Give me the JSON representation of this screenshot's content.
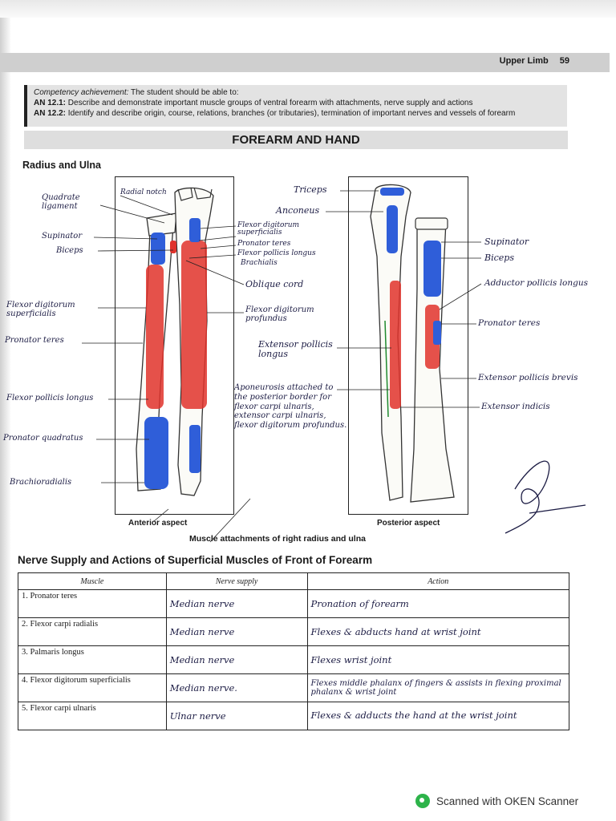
{
  "header": {
    "section": "Upper Limb",
    "page": "59"
  },
  "competency": {
    "intro": "Competency achievement:",
    "intro_rest": " The student should be able to:",
    "items": [
      {
        "code": "AN 12.1:",
        "text": " Describe and demonstrate important muscle groups of ventral forearm with attachments, nerve supply and actions"
      },
      {
        "code": "AN 12.2:",
        "text": " Identify and describe origin, course, relations, branches (or tributaries), termination of important nerves and vessels of forearm"
      }
    ]
  },
  "title": "FOREARM AND HAND",
  "section_title": "Radius and Ulna",
  "figure": {
    "anterior_aspect": "Anterior aspect",
    "posterior_aspect": "Posterior aspect",
    "caption": "Muscle attachments of right radius and ulna",
    "anterior_left_labels": [
      "Quadrate ligament",
      "Supinator",
      "Biceps",
      "Flexor digitorum superficialis",
      "Pronator teres",
      "Flexor pollicis longus",
      "Pronator quadratus",
      "Brachioradialis"
    ],
    "anterior_top_label": "Radial notch",
    "anterior_right_labels": [
      "Flexor digitorum superficialis",
      "Pronator teres",
      "Flexor pollicis longus",
      "Brachialis",
      "Oblique cord",
      "Flexor digitorum profundus"
    ],
    "middle_labels": [
      "Triceps",
      "Anconeus",
      "Extensor pollicis longus",
      "Aponeurosis attached to the posterior border for flexor carpi ulnaris, extensor carpi ulnaris, flexor digitorum profundus."
    ],
    "posterior_right_labels": [
      "Supinator",
      "Biceps",
      "Adductor pollicis longus",
      "Pronator teres",
      "Extensor pollicis brevis",
      "Extensor indicis"
    ]
  },
  "table": {
    "title": "Nerve Supply and Actions of Superficial Muscles of Front of Forearm",
    "headers": [
      "Muscle",
      "Nerve supply",
      "Action"
    ],
    "rows": [
      {
        "muscle": "1. Pronator teres",
        "nerve": "Median nerve",
        "action": "Pronation of forearm"
      },
      {
        "muscle": "2. Flexor carpi radialis",
        "nerve": "Median nerve",
        "action": "Flexes & abducts hand at wrist joint"
      },
      {
        "muscle": "3. Palmaris longus",
        "nerve": "Median nerve",
        "action": "Flexes wrist joint"
      },
      {
        "muscle": "4. Flexor digitorum superficialis",
        "nerve": "Median nerve.",
        "action": "Flexes middle phalanx of fingers & assists in flexing proximal phalanx & wrist joint"
      },
      {
        "muscle": "5. Flexor carpi ulnaris",
        "nerve": "Ulnar nerve",
        "action": "Flexes & adducts the hand at the wrist joint"
      }
    ]
  },
  "scanner": "Scanned with OKEN Scanner",
  "colors": {
    "red_muscle": "#e0332b",
    "blue_muscle": "#2f5ed9",
    "header_gray": "#cfcfcf"
  }
}
